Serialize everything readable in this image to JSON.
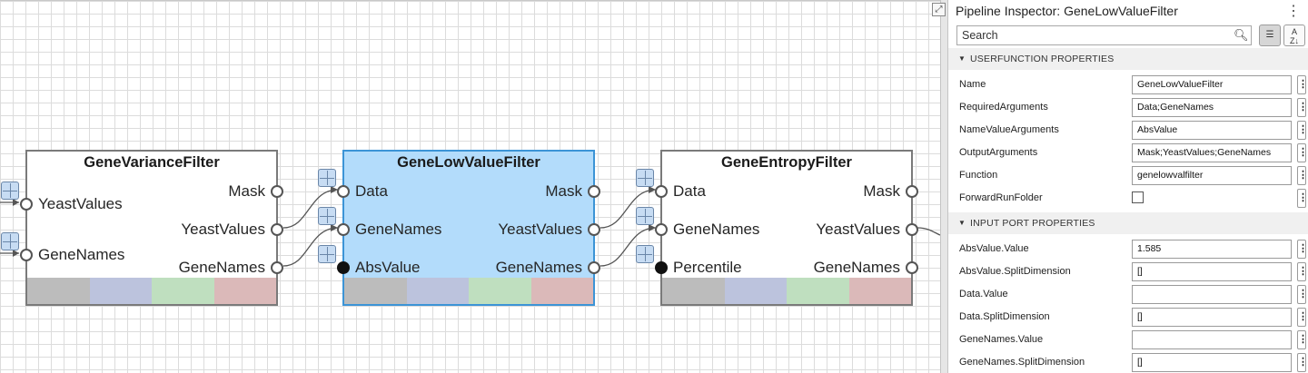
{
  "canvas": {
    "nodes": [
      {
        "title": "GeneVarianceFilter",
        "inputs": [
          "YeastValues",
          "GeneNames"
        ],
        "outputs": [
          "Mask",
          "YeastValues",
          "GeneNames"
        ]
      },
      {
        "title": "GeneLowValueFilter",
        "selected": true,
        "inputs": [
          "Data",
          "GeneNames",
          "AbsValue"
        ],
        "outputs": [
          "Mask",
          "YeastValues",
          "GeneNames"
        ]
      },
      {
        "title": "GeneEntropyFilter",
        "inputs": [
          "Data",
          "GeneNames",
          "Percentile"
        ],
        "outputs": [
          "Mask",
          "YeastValues",
          "GeneNames"
        ]
      }
    ],
    "color_bar": [
      "#bcbcbc",
      "#bcc3dd",
      "#bfdfbf",
      "#dbb9b9"
    ],
    "colors": {
      "node_border": "#7a7a7a",
      "selected_fill": "#b3dcfb",
      "selected_border": "#3c94d6"
    }
  },
  "inspector": {
    "title": "Pipeline Inspector: GeneLowValueFilter",
    "menu_icon": "more-vertical-icon",
    "search_placeholder": "Search",
    "search_icon": "search-icon",
    "sections": [
      {
        "label": "USERFUNCTION PROPERTIES",
        "rows": [
          {
            "label": "Name",
            "value": "GeneLowValueFilter"
          },
          {
            "label": "RequiredArguments",
            "value": "Data;GeneNames"
          },
          {
            "label": "NameValueArguments",
            "value": "AbsValue"
          },
          {
            "label": "OutputArguments",
            "value": "Mask;YeastValues;GeneNames"
          },
          {
            "label": "Function",
            "value": "genelowvalfilter"
          },
          {
            "label": "ForwardRunFolder",
            "checkbox": true,
            "checked": false
          }
        ]
      },
      {
        "label": "INPUT PORT PROPERTIES",
        "rows": [
          {
            "label": "AbsValue.Value",
            "value": "1.585"
          },
          {
            "label": "AbsValue.SplitDimension",
            "value": "[]"
          },
          {
            "label": "Data.Value",
            "value": ""
          },
          {
            "label": "Data.SplitDimension",
            "value": "[]"
          },
          {
            "label": "GeneNames.Value",
            "value": ""
          },
          {
            "label": "GeneNames.SplitDimension",
            "value": "[]"
          }
        ]
      }
    ]
  }
}
